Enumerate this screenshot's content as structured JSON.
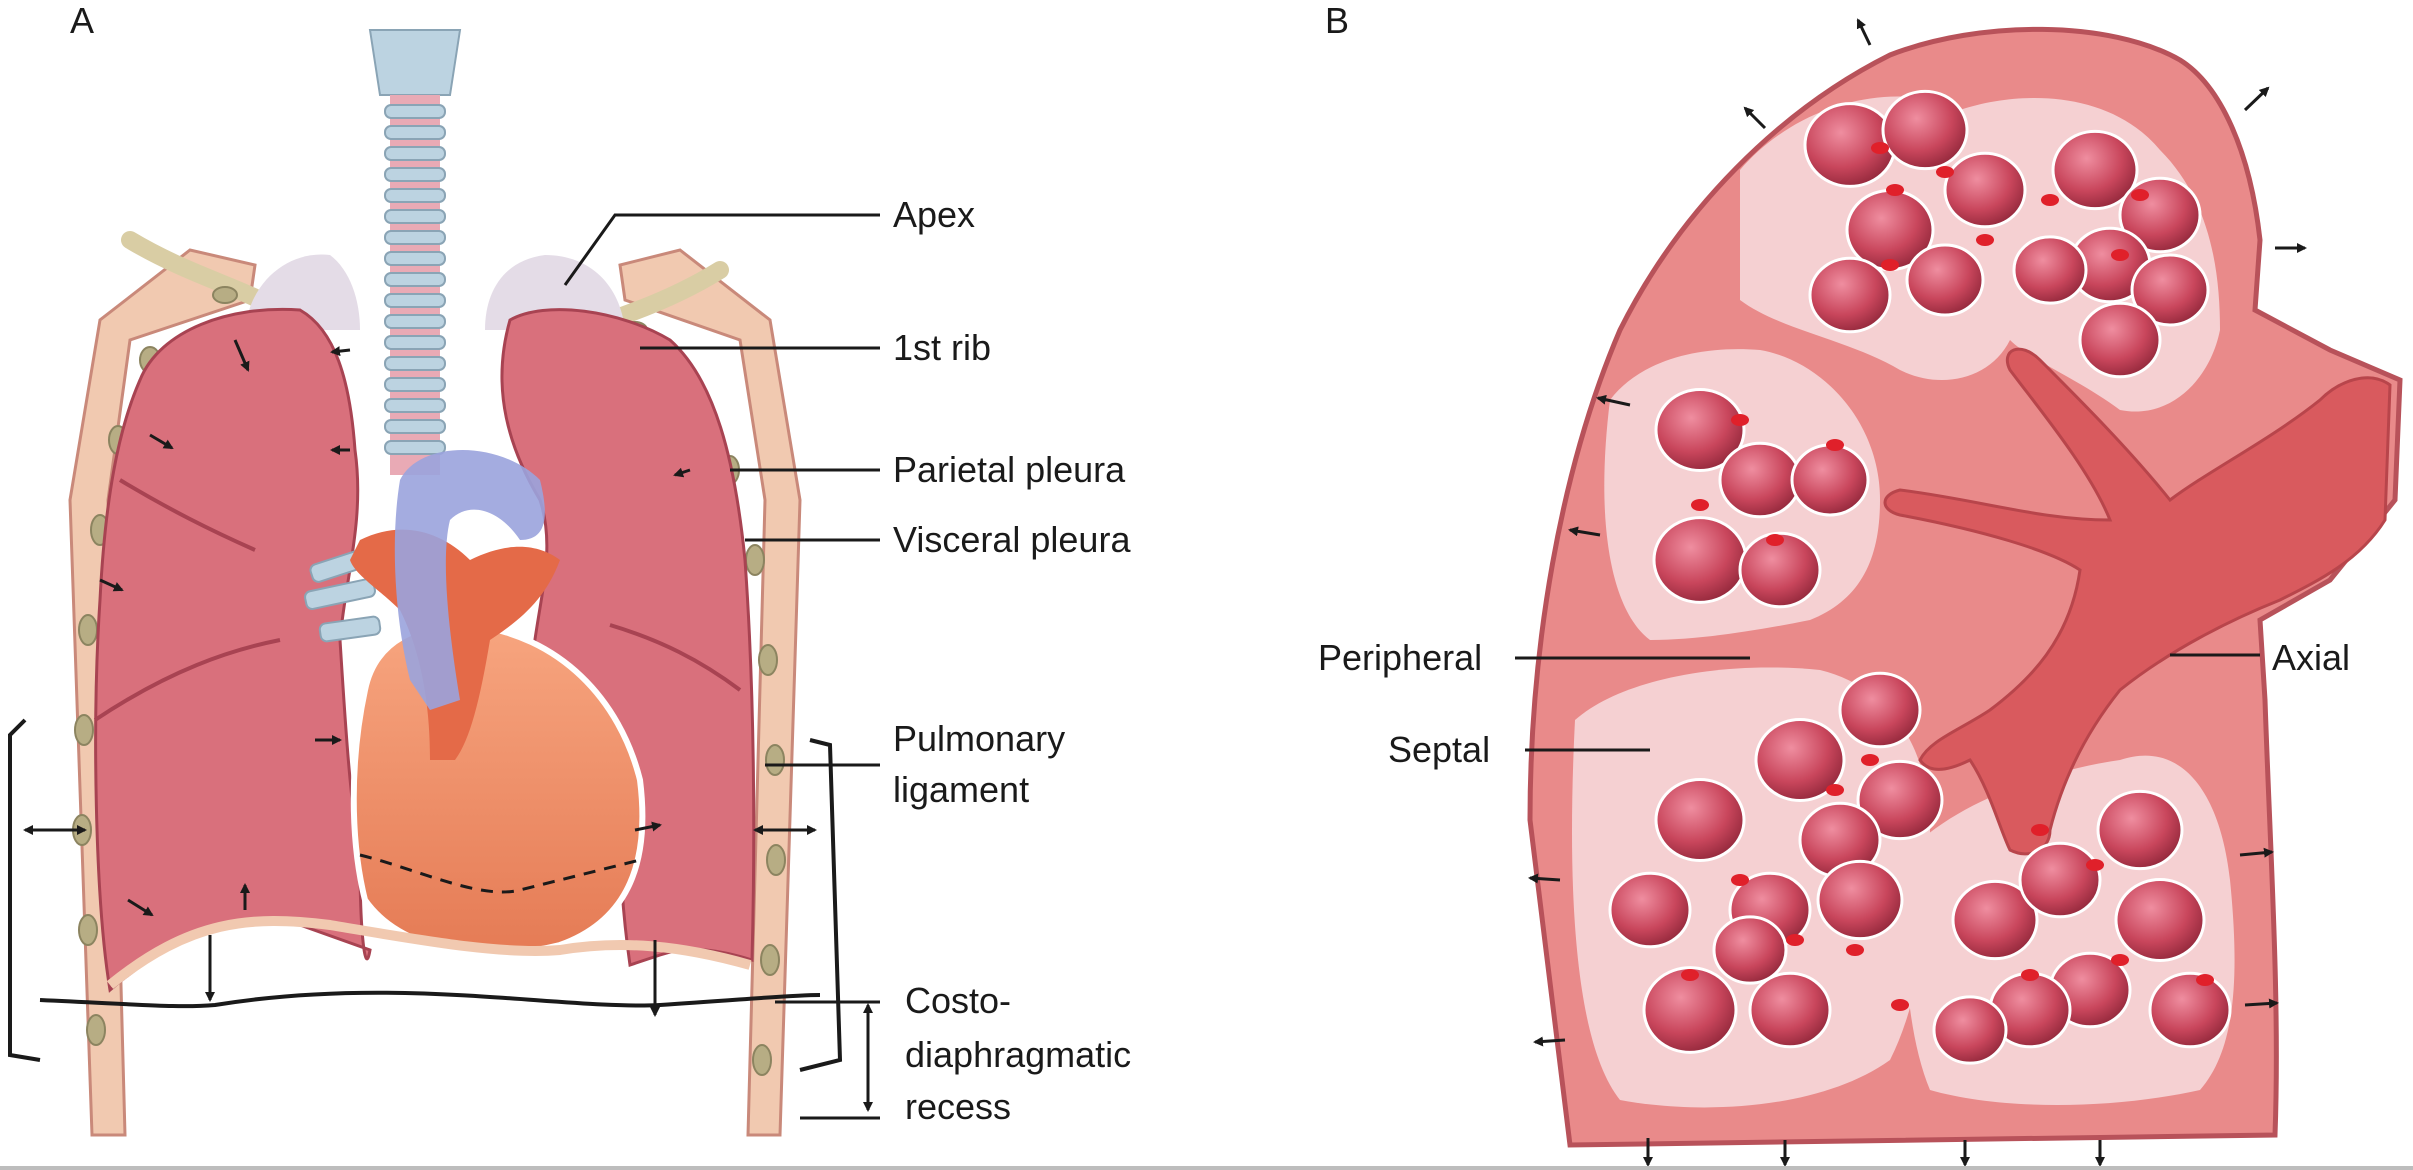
{
  "panels": {
    "a": {
      "letter": "A"
    },
    "b": {
      "letter": "B"
    }
  },
  "labels": {
    "apex": "Apex",
    "first_rib": "1st rib",
    "parietal_pleura": "Parietal pleura",
    "visceral_pleura": "Visceral pleura",
    "pulmonary_ligament_1": "Pulmonary",
    "pulmonary_ligament_2": "ligament",
    "costo_1": "Costo-",
    "costo_2": "diaphragmatic",
    "costo_3": "recess",
    "peripheral": "Peripheral",
    "septal": "Septal",
    "axial": "Axial"
  },
  "colors": {
    "lung": "#d9707c",
    "lung_dark": "#b24a58",
    "pleura": "#f1c9b0",
    "rib": "#b7ad84",
    "trachea": "#bcd3e1",
    "vein": "#9aa3dd",
    "heart": "#ef8f68",
    "aorta": "#e46a48",
    "alveolus": "#c9465c",
    "capillary": "#e0202a",
    "tissue": "#f3c7c9"
  }
}
